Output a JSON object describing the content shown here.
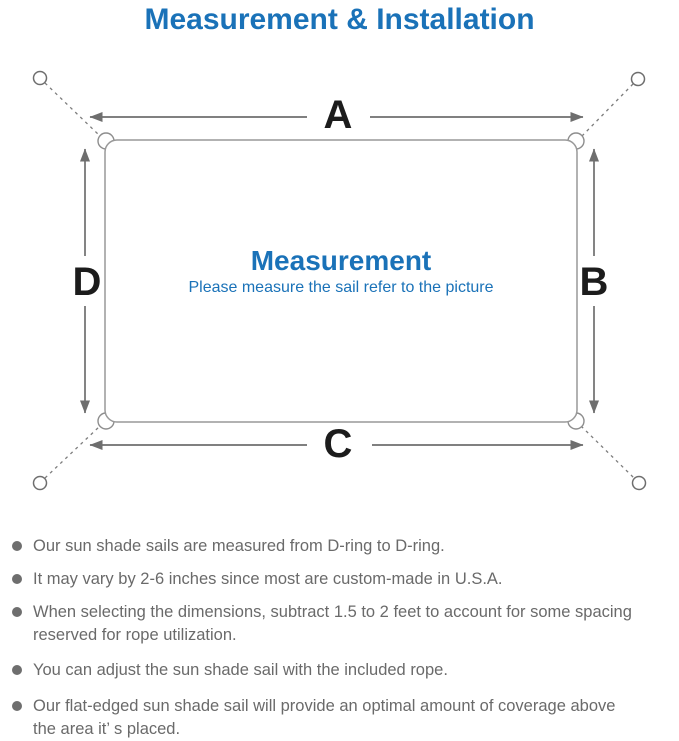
{
  "title": "Measurement & Installation",
  "diagram": {
    "labels": {
      "top": "A",
      "right": "B",
      "bottom": "C",
      "left": "D"
    },
    "center_title": "Measurement",
    "center_subtitle": "Please measure the sail refer to the picture"
  },
  "colors": {
    "accent_blue": "#1a72b8",
    "label_black": "#1c1c1c",
    "arrow_gray": "#6e6e6e",
    "outline_gray": "#8d8d8d",
    "text_gray": "#6a6a6a"
  },
  "bullets": [
    {
      "lines": [
        "Our sun shade sails are measured from D-ring to D-ring."
      ]
    },
    {
      "lines": [
        "It may vary by 2-6 inches since most are custom-made in U.S.A."
      ]
    },
    {
      "lines": [
        "When selecting the dimensions, subtract 1.5 to 2 feet to account for some spacing",
        "reserved for rope utilization."
      ]
    },
    {
      "lines": [
        "You can adjust the sun shade sail with the included rope."
      ]
    },
    {
      "lines": [
        "Our flat-edged sun shade sail will provide an optimal amount of coverage above",
        "the area it’ s placed."
      ]
    }
  ]
}
